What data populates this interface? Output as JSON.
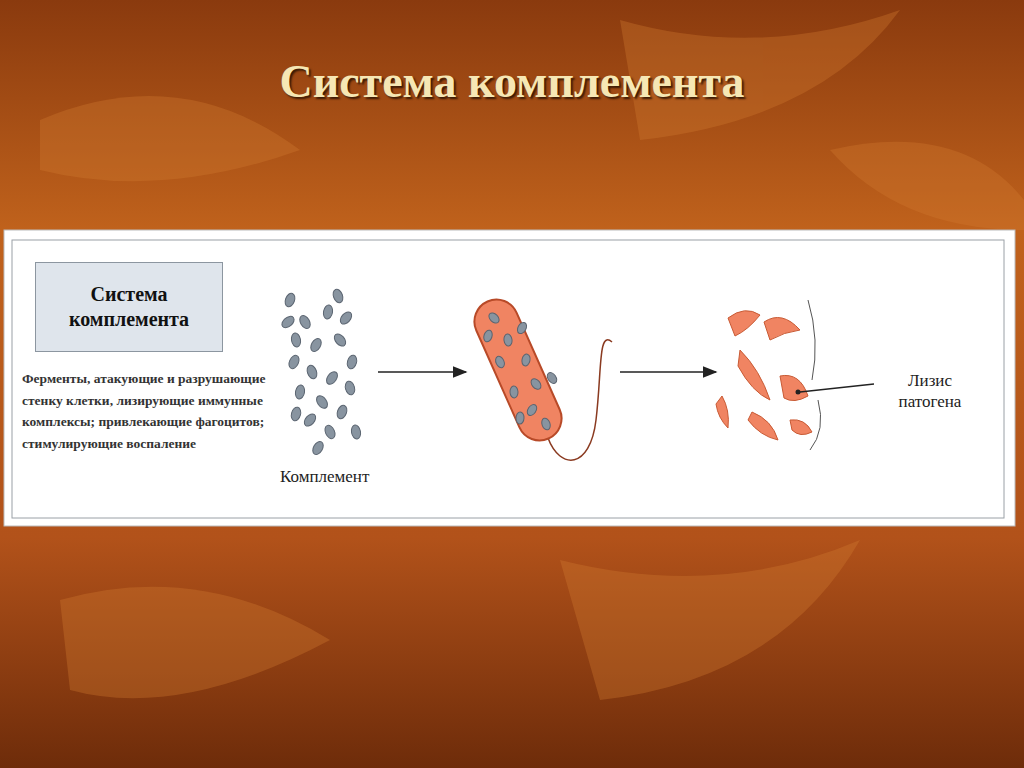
{
  "diagram": {
    "title": "Система комплемента",
    "nodes": [
      {
        "text": [
          "Система комплемента"
        ]
      }
    ],
    "labels": [
      "Ферменты, атакующие и разрушающие стенку клетки, лизирующие иммунные комплексы; привлекающие фагоцитов; стимулирующие воспаление",
      "Комплемент",
      "Лизис патогена"
    ]
  }
}
